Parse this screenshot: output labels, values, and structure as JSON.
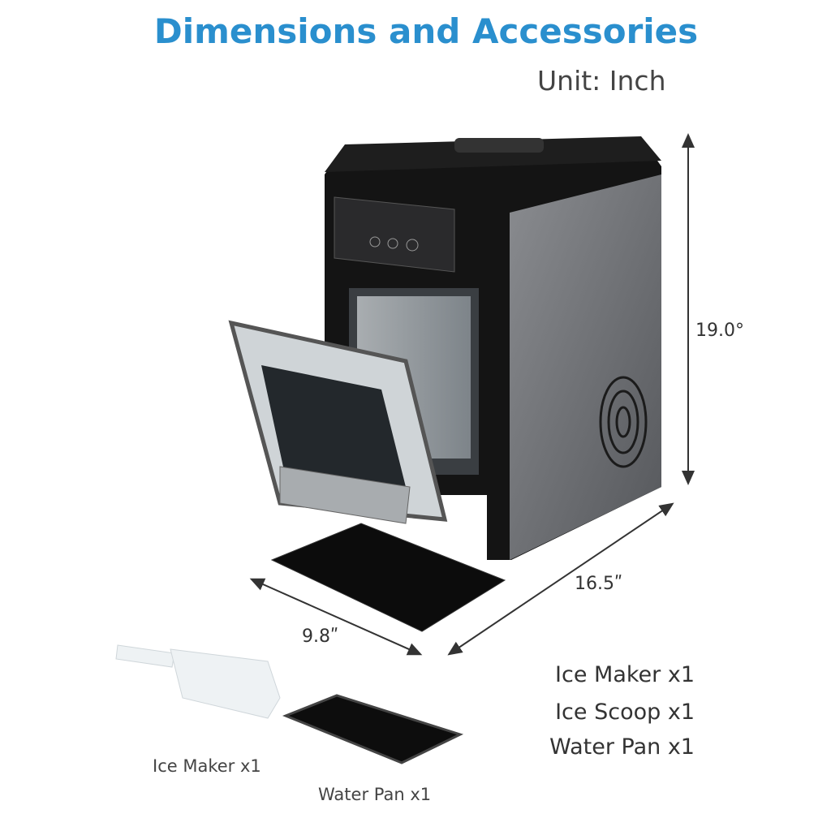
{
  "header": {
    "title": "Dimensions and Accessories",
    "unit": "Unit: Inch"
  },
  "dimensions": {
    "height": "19.0°",
    "depth": "16.5ʺ",
    "width": "9.8ʺ"
  },
  "accessories_list": [
    "Ice Maker x1",
    "Ice Scoop x1",
    "Water Pan x1"
  ],
  "captions": {
    "scoop": "Ice Maker  x1",
    "pan": "Water Pan x1"
  },
  "colors": {
    "title": "#2a8fce",
    "body": "#111111",
    "side": "#6d6f72"
  }
}
